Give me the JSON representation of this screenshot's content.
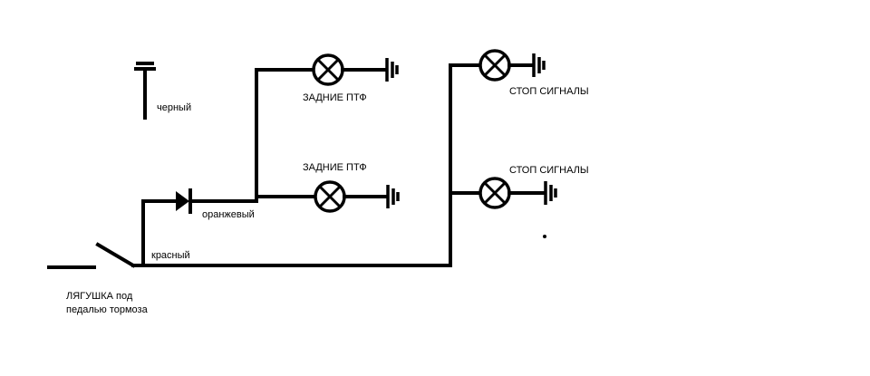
{
  "labels": {
    "rear_fog_top": "ЗАДНИЕ ПТФ",
    "rear_fog_bottom": "ЗАДНИЕ ПТФ",
    "brake_top": "СТОП СИГНАЛЫ",
    "brake_bottom": "СТОП СИГНАЛЫ",
    "black": "черный",
    "orange": "оранжевый",
    "red": "красный",
    "switch_line1": "ЛЯГУШКА  под",
    "switch_line2": "педалью тормоза"
  },
  "colors": {
    "orange": "#e07b1a",
    "red": "#c8102e",
    "wire": "#000000"
  }
}
